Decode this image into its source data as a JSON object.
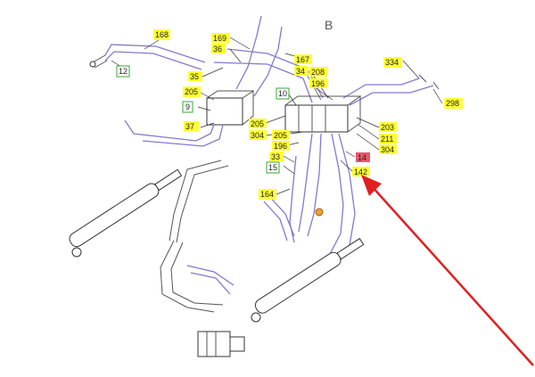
{
  "view_letter": "B",
  "colors": {
    "arrow": "#e02020",
    "yellow_label": "#ffff33",
    "green_border": "#33aa33",
    "red_label": "#e8586a",
    "hose": "#8877cc"
  },
  "callouts": [
    {
      "id": "c168",
      "text": "168",
      "style": "yellow"
    },
    {
      "id": "c169",
      "text": "169",
      "style": "yellow"
    },
    {
      "id": "c36",
      "text": "36",
      "style": "yellow"
    },
    {
      "id": "c12",
      "text": "12",
      "style": "green"
    },
    {
      "id": "c35",
      "text": "35",
      "style": "yellow"
    },
    {
      "id": "c167",
      "text": "167",
      "style": "yellow"
    },
    {
      "id": "c34",
      "text": "34",
      "style": "yellow"
    },
    {
      "id": "c208",
      "text": "208",
      "style": "yellow"
    },
    {
      "id": "c196a",
      "text": "196",
      "style": "yellow"
    },
    {
      "id": "c334",
      "text": "334",
      "style": "yellow"
    },
    {
      "id": "c298",
      "text": "298",
      "style": "yellow"
    },
    {
      "id": "c205a",
      "text": "205",
      "style": "yellow"
    },
    {
      "id": "c10",
      "text": "10",
      "style": "green"
    },
    {
      "id": "c9",
      "text": "9",
      "style": "green"
    },
    {
      "id": "c37",
      "text": "37",
      "style": "yellow"
    },
    {
      "id": "c205b",
      "text": "205",
      "style": "yellow"
    },
    {
      "id": "c304a",
      "text": "304",
      "style": "yellow"
    },
    {
      "id": "c205c",
      "text": "205",
      "style": "yellow"
    },
    {
      "id": "c196b",
      "text": "196",
      "style": "yellow"
    },
    {
      "id": "c33",
      "text": "33",
      "style": "yellow"
    },
    {
      "id": "c15",
      "text": "15",
      "style": "green"
    },
    {
      "id": "c203",
      "text": "203",
      "style": "yellow"
    },
    {
      "id": "c211",
      "text": "211",
      "style": "yellow"
    },
    {
      "id": "c304b",
      "text": "304",
      "style": "yellow"
    },
    {
      "id": "c14",
      "text": "14",
      "style": "red"
    },
    {
      "id": "c142",
      "text": "142",
      "style": "yellow"
    },
    {
      "id": "c164",
      "text": "164",
      "style": "yellow"
    }
  ]
}
